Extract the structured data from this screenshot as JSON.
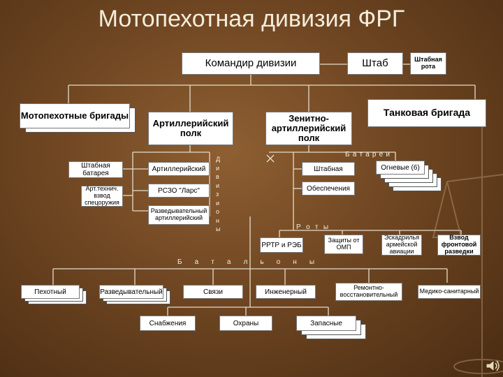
{
  "title": "Мотопехотная дивизия ФРГ",
  "top": {
    "commander": "Командир дивизии",
    "staff": "Штаб",
    "staff_company": "Штабная рота"
  },
  "level2": {
    "motor_brigades": "Мотопехотные бригады",
    "artillery_regiment": "Артиллерийский полк",
    "aa_regiment": "Зенитно-артиллерийский полк",
    "tank_brigade": "Танковая бригада"
  },
  "artillery_side": {
    "staff_battery": "Штабная батарея",
    "arttech_platoon": "Арт.технич. взвод спецоружия"
  },
  "divizions": {
    "label": "Дивизионы",
    "items": [
      "Артиллерийский",
      "РСЗО \"Ларс\"",
      "Разведывательный артиллерийский"
    ]
  },
  "batteries": {
    "label": "Батареи",
    "staff": "Штабная",
    "support": "Обеспечения",
    "fire": "Огневые (6)"
  },
  "companies": {
    "label": "Роты",
    "rrtr": "РРТР и РЭБ",
    "wmd": "Защиты от ОМП",
    "aviation": "Эскадрилья армейской авиации",
    "recon_platoon": "Взвод фронтовой разведки"
  },
  "battalions": {
    "label": "Батальоны",
    "infantry": "Пехотный",
    "recon": "Разведывательный",
    "signals": "Связи",
    "engineer": "Инженерный",
    "repair": "Ремонтно-восстановительный",
    "medical": "Медико-санитарный",
    "supply": "Снабжения",
    "guard": "Охраны",
    "reserve": "Запасные"
  },
  "icons": [
    "speaker-icon"
  ],
  "colors": {
    "background": "#6f4622",
    "line": "#e6dcc8",
    "box": "#ffffff"
  }
}
